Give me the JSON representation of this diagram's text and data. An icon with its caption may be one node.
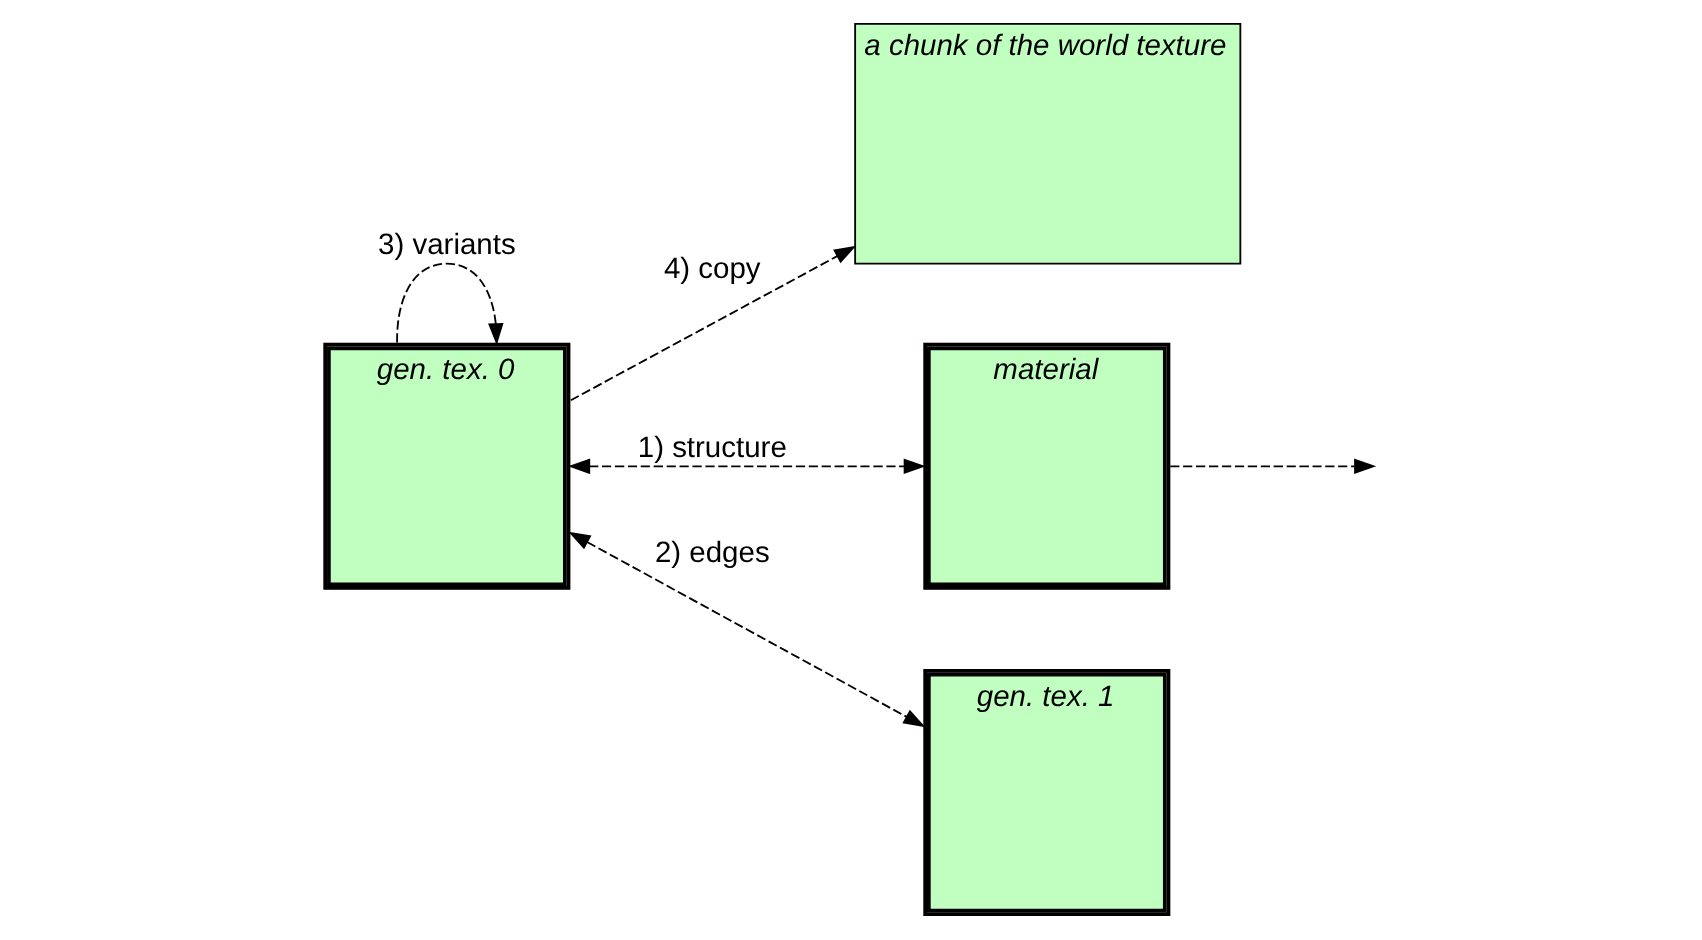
{
  "diagram": {
    "nodes": [
      {
        "text": [
          "a chunk of the world texture"
        ]
      },
      {
        "text": [
          "material"
        ]
      },
      {
        "text": [
          "gen. tex. 0"
        ]
      },
      {
        "text": [
          "gen. tex. 1"
        ]
      }
    ],
    "edges": [
      {
        "from": 2,
        "to": 1,
        "arrow": "both",
        "label": "1) structure",
        "style": "dashed"
      },
      {
        "from": 1,
        "to": null,
        "arrow": "to",
        "style": "dashed"
      },
      {
        "from": 2,
        "to": 3,
        "arrow": "both",
        "label": "2) edges",
        "style": "dashed"
      },
      {
        "from": 2,
        "to": 2,
        "arrow": "to",
        "label": "3) variants",
        "style": "dashed"
      },
      {
        "from": 2,
        "to": 0,
        "arrow": "to",
        "label": "4) copy",
        "style": "dashed"
      }
    ]
  }
}
